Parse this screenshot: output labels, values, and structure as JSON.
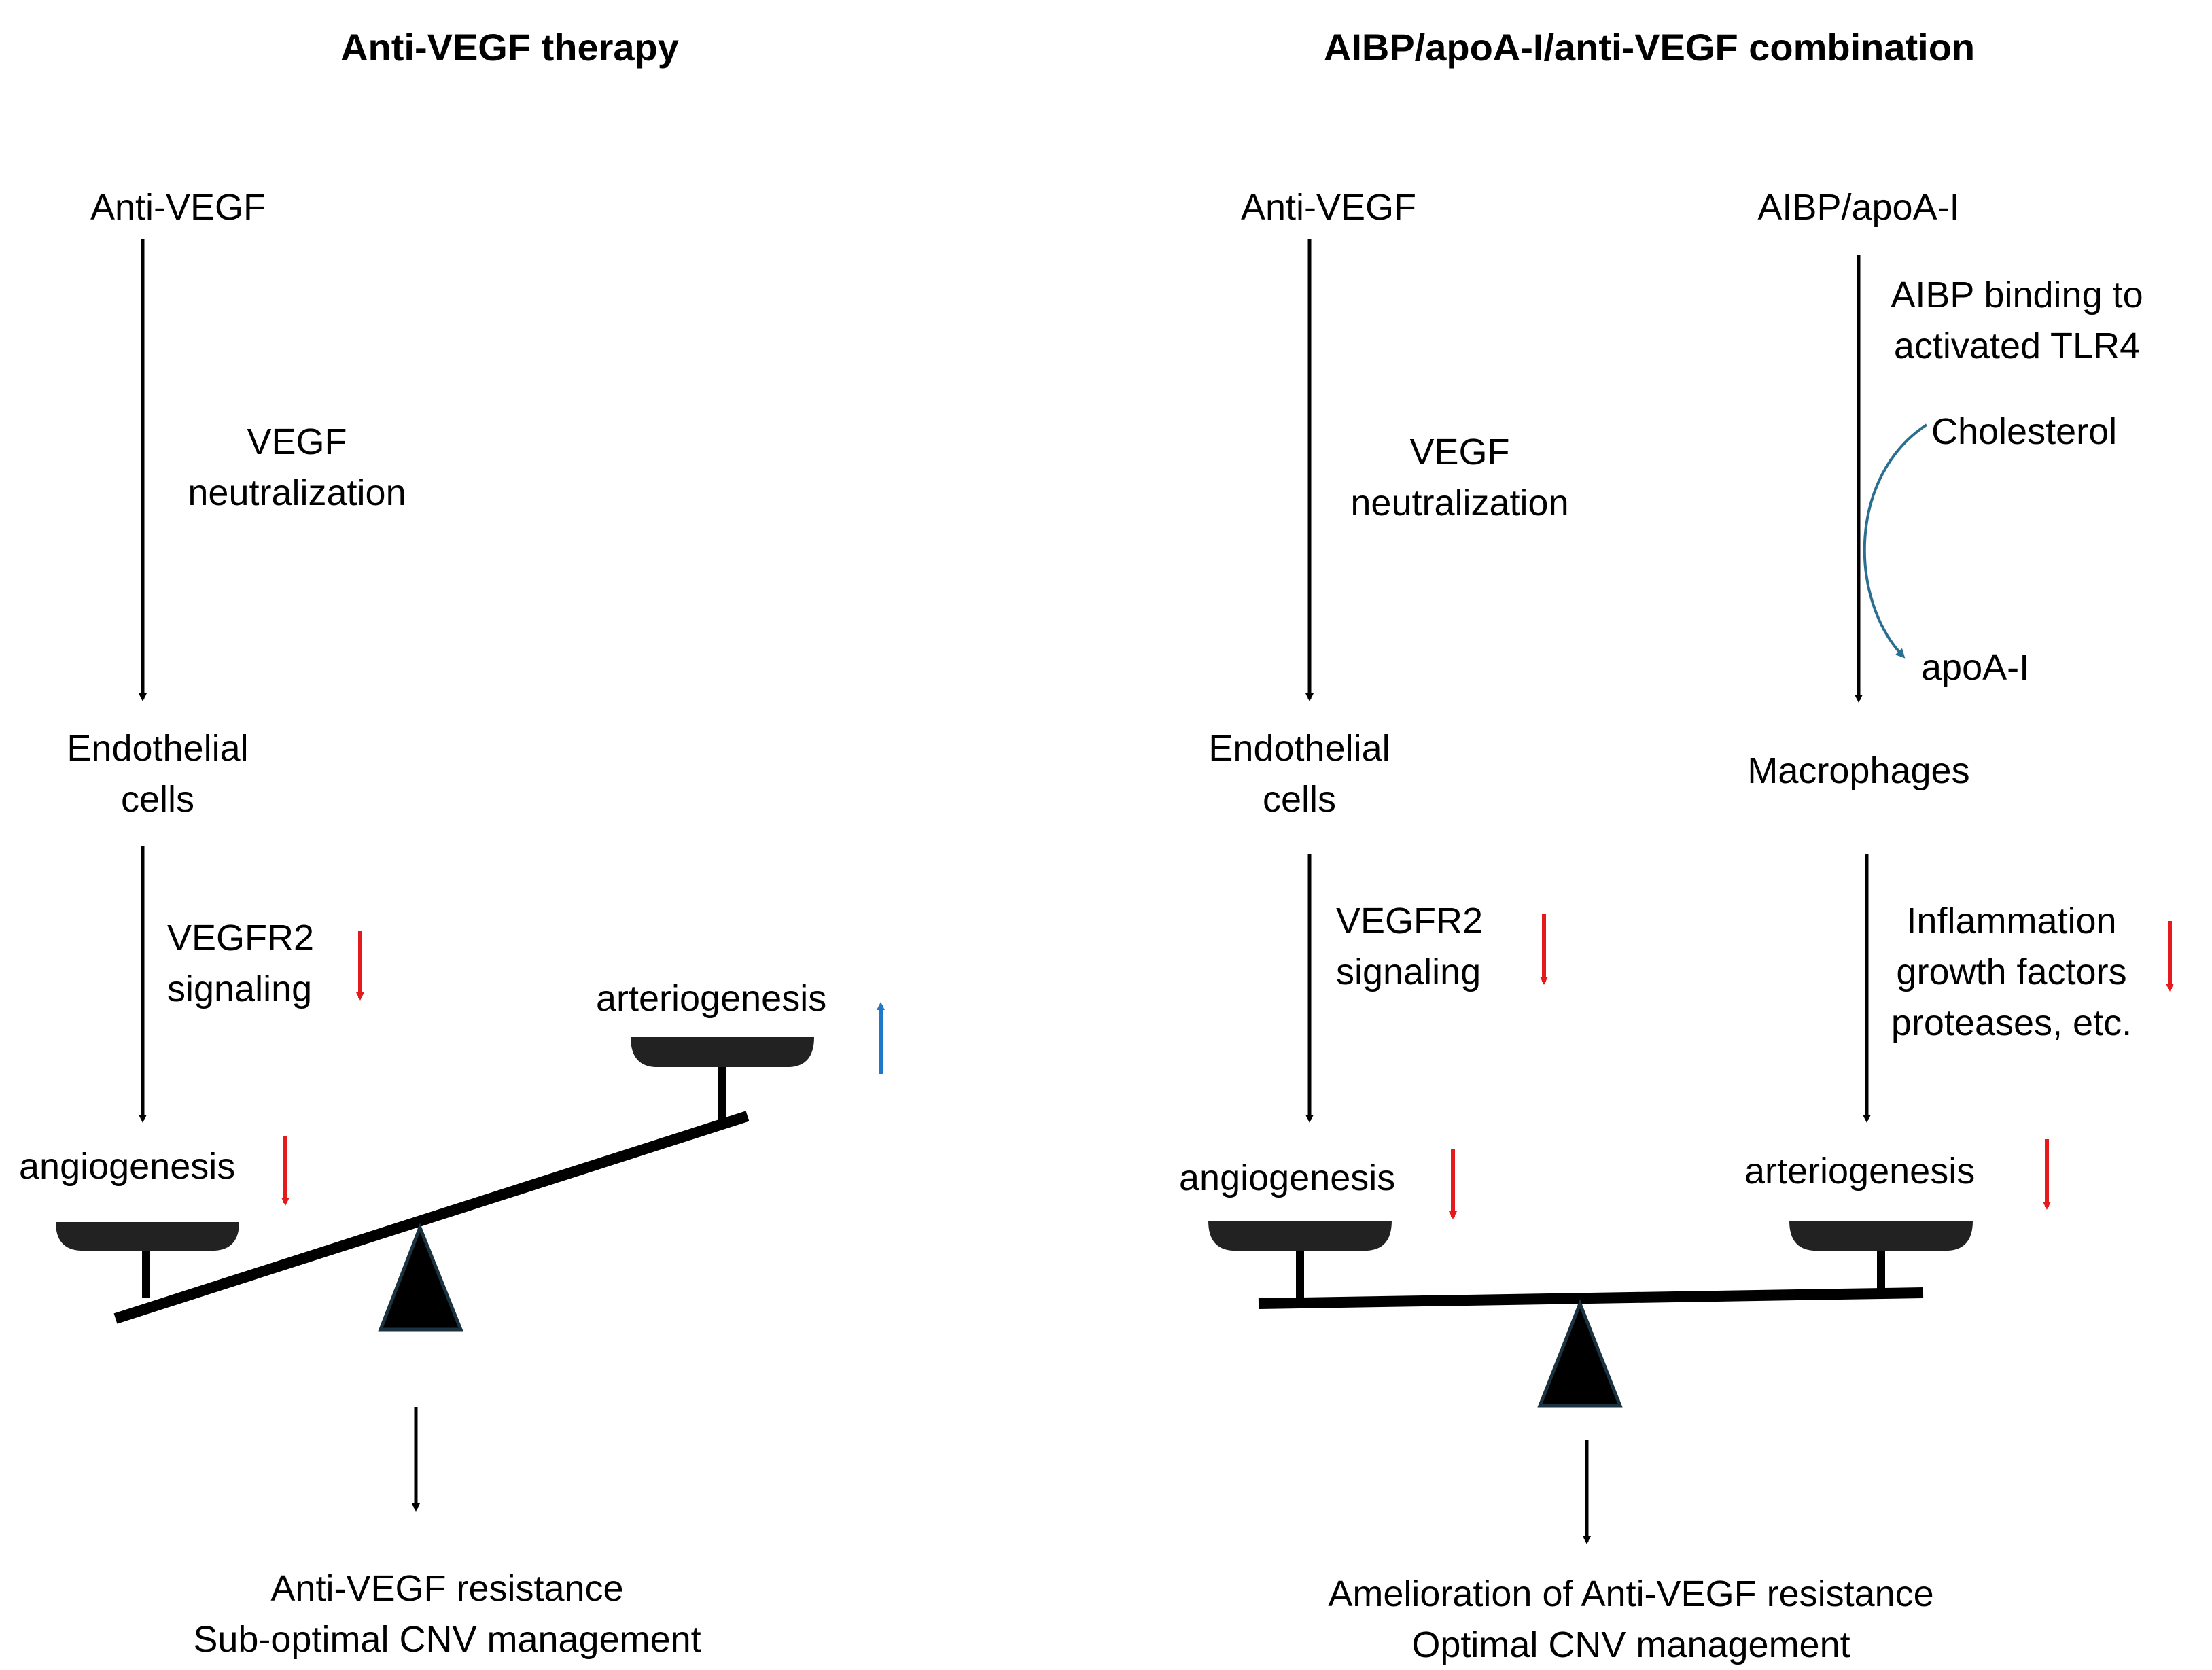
{
  "left_panel": {
    "title": "Anti-VEGF therapy",
    "source": "Anti-VEGF",
    "step1_line1": "VEGF",
    "step1_line2": "neutralization",
    "target_line1": "Endothelial",
    "target_line2": "cells",
    "step2_line1": "VEGFR2",
    "step2_line2": "signaling",
    "angio_label": "angiogenesis",
    "arterio_label": "arteriogenesis",
    "outcome_line1": "Anti-VEGF resistance",
    "outcome_line2": "Sub-optimal CNV management"
  },
  "right_panel": {
    "title": "AIBP/apoA-I/anti-VEGF combination",
    "source_a": "Anti-VEGF",
    "source_b": "AIBP/apoA-I",
    "step1_line1": "VEGF",
    "step1_line2": "neutralization",
    "aibp_line1": "AIBP binding to",
    "aibp_line2": "activated TLR4",
    "cholesterol": "Cholesterol",
    "apoa": "apoA-I",
    "target_a_line1": "Endothelial",
    "target_a_line2": "cells",
    "target_b": "Macrophages",
    "step2_line1": "VEGFR2",
    "step2_line2": "signaling",
    "infl_line1": "Inflammation",
    "infl_line2": "growth factors",
    "infl_line3": "proteases, etc.",
    "angio_label": "angiogenesis",
    "arterio_label": "arteriogenesis",
    "outcome_line1": "Amelioration of Anti-VEGF resistance",
    "outcome_line2": "Optimal CNV management"
  },
  "colors": {
    "decrease_arrow": "#e41a1c",
    "increase_arrow": "#1f78c8",
    "curve_arrow": "#2a6f8f",
    "ink": "#000000"
  }
}
